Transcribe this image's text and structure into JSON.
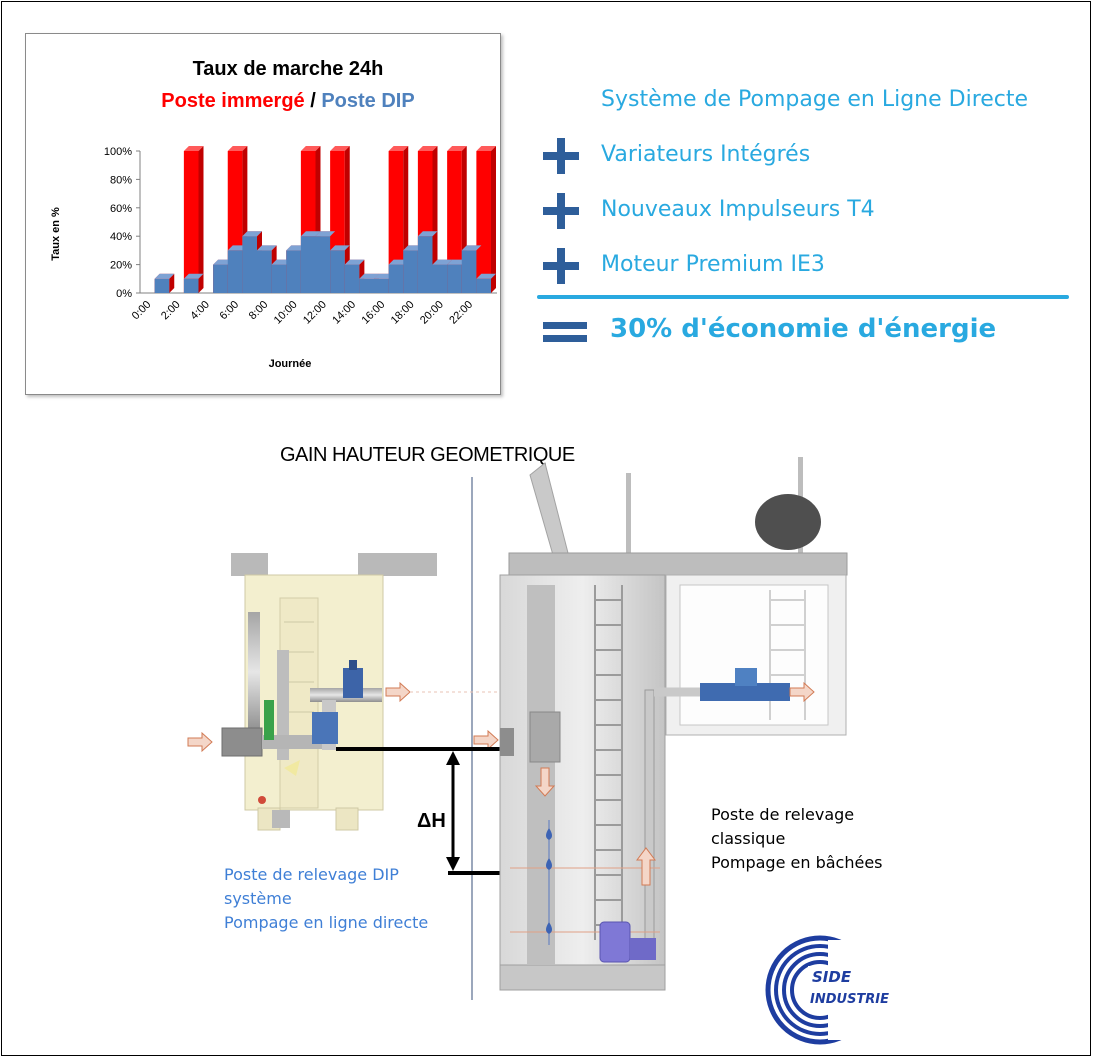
{
  "chart": {
    "title": "Taux de marche 24h",
    "subtitle_red": "Poste immergé",
    "subtitle_sep": " / ",
    "subtitle_blue": "Poste DIP",
    "colors": {
      "immerge": "#ff0000",
      "dip": "#4f81bd"
    }
  },
  "chart_data": {
    "type": "bar",
    "title": "Taux de marche 24h",
    "subtitle": "Poste immergé / Poste DIP",
    "xlabel": "Journée",
    "ylabel": "Taux en %",
    "ylim": [
      0,
      100
    ],
    "yticks": [
      "0%",
      "20%",
      "40%",
      "60%",
      "80%",
      "100%"
    ],
    "xticks": [
      "0:00",
      "2:00",
      "4:00",
      "6:00",
      "8:00",
      "10:00",
      "12:00",
      "14:00",
      "16:00",
      "18:00",
      "20:00",
      "22:00"
    ],
    "categories": [
      "0:00",
      "1:00",
      "2:00",
      "3:00",
      "4:00",
      "5:00",
      "6:00",
      "7:00",
      "8:00",
      "9:00",
      "10:00",
      "11:00",
      "12:00",
      "13:00",
      "14:00",
      "15:00",
      "16:00",
      "17:00",
      "18:00",
      "19:00",
      "20:00",
      "21:00",
      "22:00",
      "23:00"
    ],
    "series": [
      {
        "name": "Poste immergé",
        "values": [
          0,
          10,
          0,
          100,
          0,
          20,
          100,
          40,
          30,
          20,
          30,
          100,
          40,
          100,
          20,
          10,
          10,
          100,
          30,
          100,
          20,
          100,
          30,
          100
        ]
      },
      {
        "name": "Poste DIP",
        "values": [
          0,
          10,
          0,
          10,
          0,
          20,
          30,
          40,
          30,
          20,
          30,
          40,
          40,
          30,
          20,
          10,
          10,
          20,
          30,
          40,
          20,
          20,
          30,
          10
        ]
      }
    ]
  },
  "features": {
    "line1": "Système de Pompage en Ligne Directe",
    "line2": "Variateurs Intégrés",
    "line3": "Nouveaux Impulseurs T4",
    "line4": "Moteur Premium IE3",
    "result": "30% d'économie d'énergie",
    "colors": {
      "text": "#29a9e0",
      "symbol": "#2e5e9a"
    }
  },
  "diagram": {
    "title": "GAIN HAUTEUR GEOMETRIQUE",
    "delta_h": "ΔH",
    "dip_caption": [
      "Poste de relevage DIP",
      "système",
      "Pompage en ligne directe"
    ],
    "classic_caption": [
      "Poste de relevage",
      "classique",
      "Pompage en bâchées"
    ],
    "logo": {
      "text1": "SIDE",
      "text2": "INDUSTRIE",
      "color": "#1e3da0"
    }
  }
}
